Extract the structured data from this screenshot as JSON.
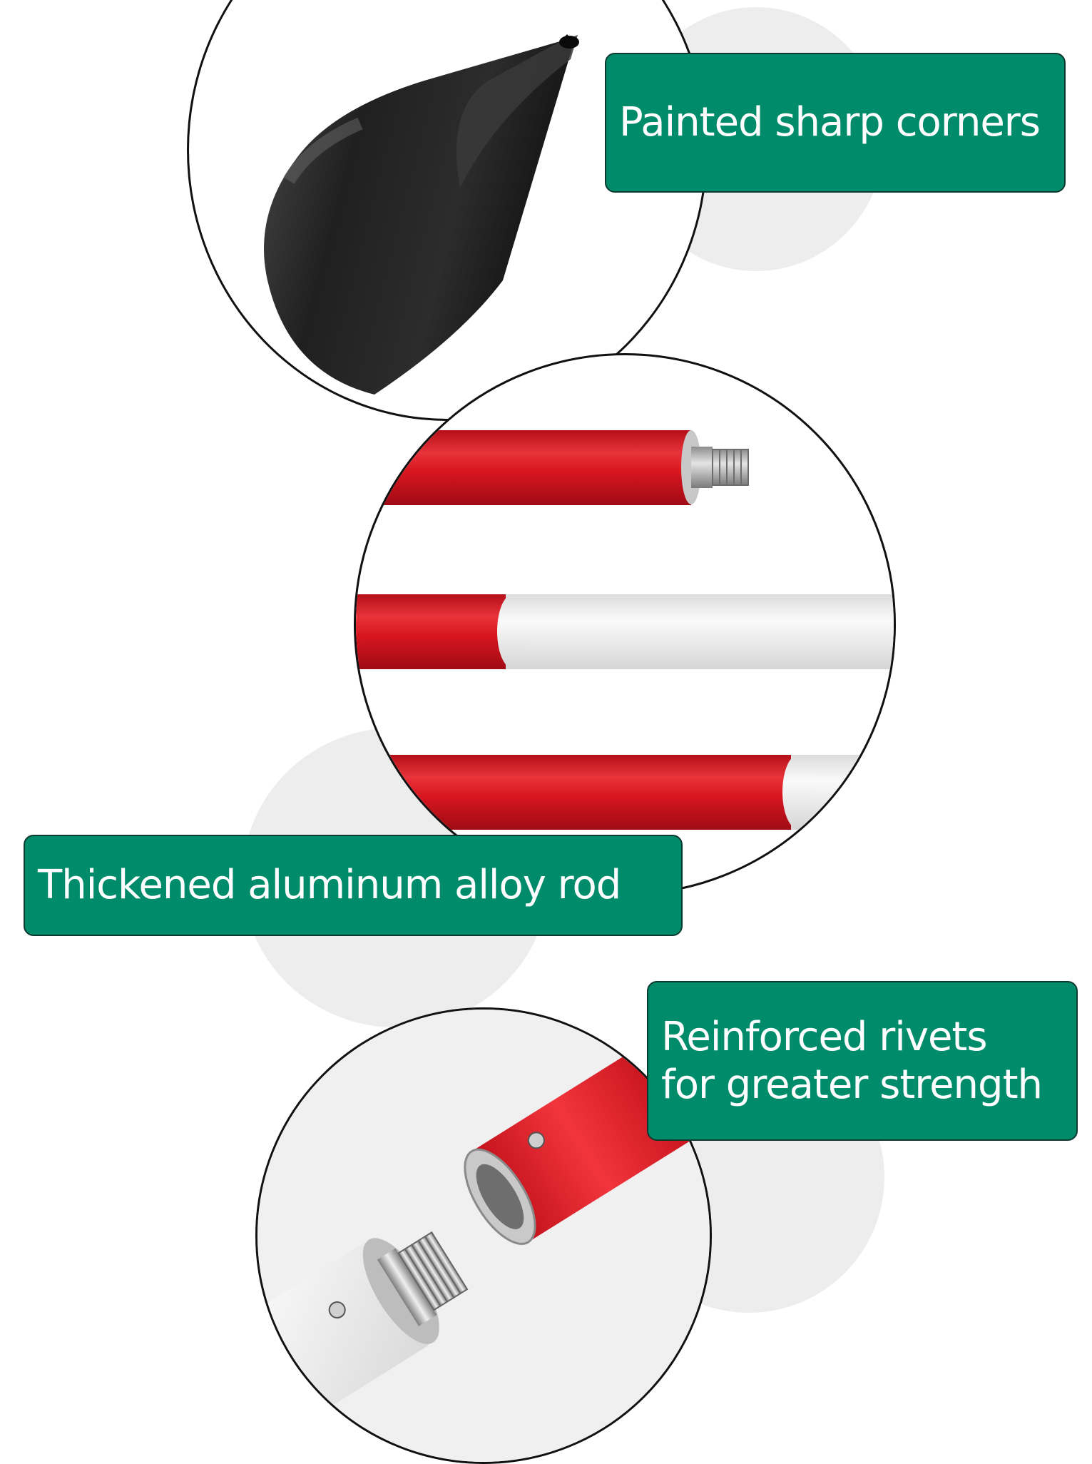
{
  "colors": {
    "label_bg": "#008c6b",
    "label_text": "#ffffff",
    "rod_red": "#d81620",
    "rod_white": "#eeeeee",
    "tip_black": "#232323"
  },
  "callouts": {
    "tip": {
      "text": "Painted sharp corners"
    },
    "rod": {
      "text": "Thickened aluminum alloy rod"
    },
    "rivets": {
      "line1": "Reinforced rivets",
      "line2": "for greater strength"
    }
  },
  "icons": {
    "tip_detail": "spike-tip-icon",
    "rod_detail": "rod-segments-icon",
    "joint_detail": "threaded-joint-icon"
  }
}
